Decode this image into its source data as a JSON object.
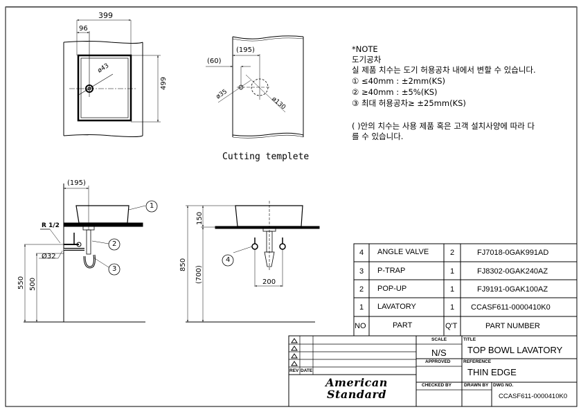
{
  "drawing": {
    "top_view": {
      "dim_width": "399",
      "dim_drain_offset": "96",
      "dim_depth": "499",
      "dim_drain_dia": "ø43"
    },
    "cutting_template": {
      "dim_offset": "(195)",
      "dim_tap_offset": "(60)",
      "dim_tap_hole": "ø35",
      "dim_drain_hole": "ø130",
      "caption": "Cutting templete"
    },
    "notes": {
      "heading": "*NOTE",
      "subheading": "도기공차",
      "line1": "실 제품 치수는 도기 허용공차 내에서 변할 수 있습니다.",
      "line2": "① ≤40mm  :  ±2mm(KS)",
      "line3": "② ≥40mm  :  ±5%(KS)",
      "line4": "③ 최대 허용공차≥ ±25mm(KS)",
      "line5": "( )안의 치수는 사용 제품 혹은 고객 설치사양에 따라 다",
      "line6": "를 수 있습니다."
    },
    "side_view": {
      "dim_offset": "(195)",
      "label_thread": "R 1/2",
      "label_pipe": "Ø32",
      "dim_valve_height": "550",
      "dim_drain_height": "500",
      "callouts": [
        "1",
        "2",
        "3"
      ]
    },
    "front_view": {
      "dim_bowl_height": "150",
      "dim_total_height": "850",
      "dim_counter_height": "(700)",
      "dim_valve_spacing": "200",
      "callouts": [
        "4"
      ]
    }
  },
  "parts_table": {
    "headers": {
      "no": "NO",
      "part": "PART",
      "qty": "Q'T",
      "part_number": "PART NUMBER"
    },
    "rows": [
      {
        "no": "4",
        "part": "ANGLE VALVE",
        "qty": "2",
        "part_number": "FJ7018-0GAK991AD"
      },
      {
        "no": "3",
        "part": "P-TRAP",
        "qty": "1",
        "part_number": "FJ8302-0GAK240AZ"
      },
      {
        "no": "2",
        "part": "POP-UP",
        "qty": "1",
        "part_number": "FJ9191-0GAK100AZ"
      },
      {
        "no": "1",
        "part": "LAVATORY",
        "qty": "1",
        "part_number": "CCASF611-0000410K0"
      }
    ]
  },
  "title_block": {
    "rev_label": "REV",
    "date_label": "DATE",
    "scale_label": "SCALE",
    "scale_value": "N/S",
    "approved_label": "APPROVED",
    "checked_label": "CHECKED  BY",
    "drawn_label": "DRAWN  BY",
    "title_label": "TITLE",
    "title_value": "TOP BOWL LAVATORY",
    "reference_label": "REFERENCE",
    "reference_value": "THIN EDGE",
    "dwg_label": "DWG  NO.",
    "dwg_value": "CCASF611-0000410K0",
    "logo_line1": "American",
    "logo_line2": "Standard"
  }
}
